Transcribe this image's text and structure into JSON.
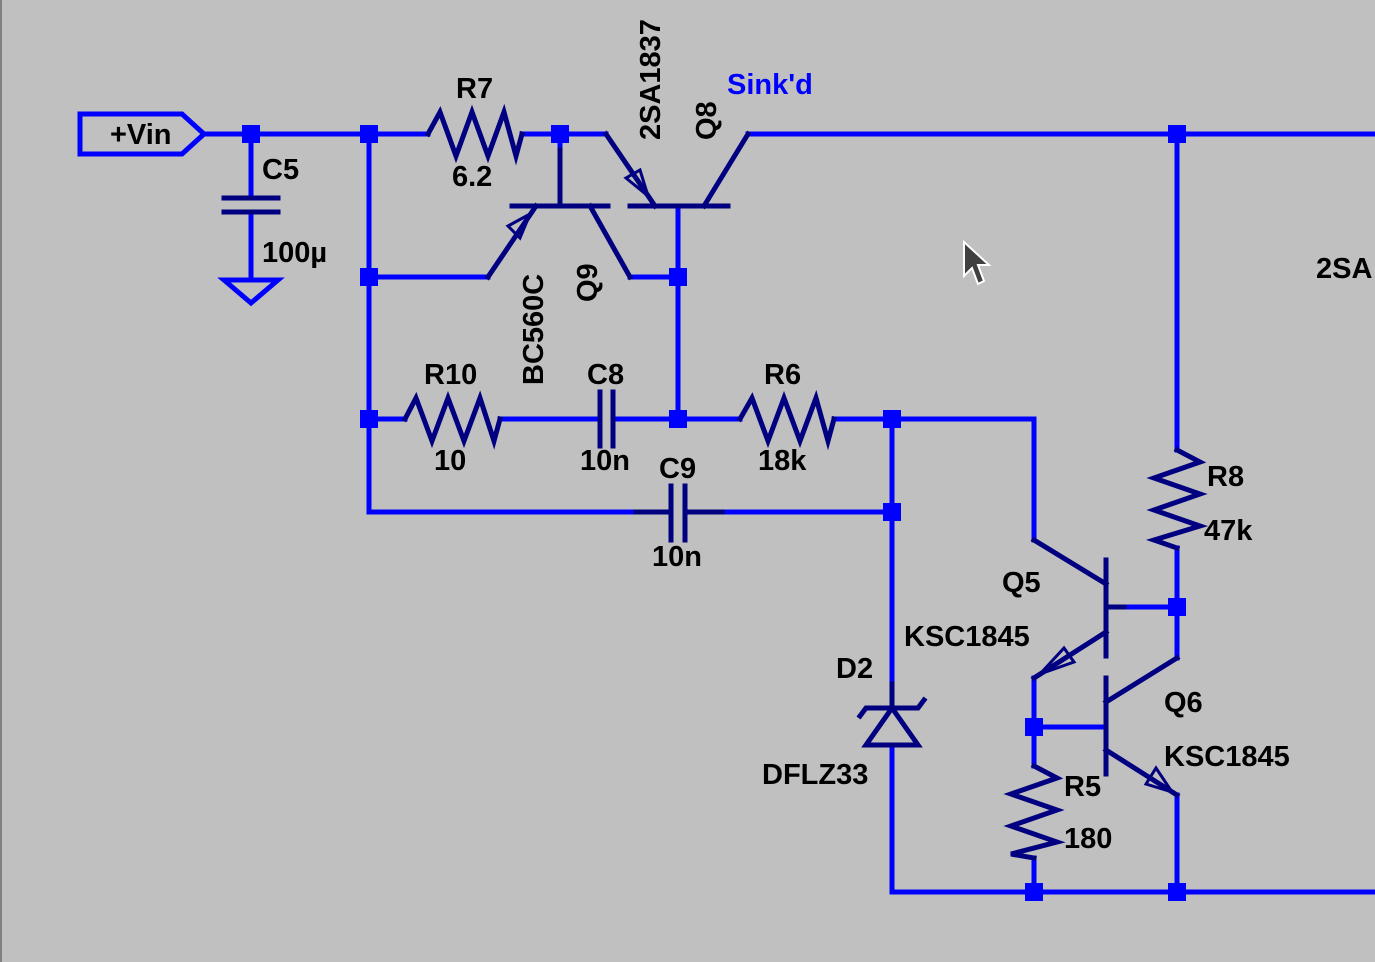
{
  "ports": {
    "vin": "+Vin"
  },
  "net_labels": {
    "sinkd": "Sink'd"
  },
  "components": {
    "C5": {
      "ref": "C5",
      "value": "100µ"
    },
    "R7": {
      "ref": "R7",
      "value": "6.2"
    },
    "Q8": {
      "ref": "Q8",
      "value": "2SA1837"
    },
    "Q9": {
      "ref": "Q9",
      "value": "BC560C"
    },
    "R10": {
      "ref": "R10",
      "value": "10"
    },
    "C8": {
      "ref": "C8",
      "value": "10n"
    },
    "R6": {
      "ref": "R6",
      "value": "18k"
    },
    "C9": {
      "ref": "C9",
      "value": "10n"
    },
    "R8": {
      "ref": "R8",
      "value": "47k"
    },
    "Q5": {
      "ref": "Q5",
      "value": "KSC1845"
    },
    "Q6": {
      "ref": "Q6",
      "value": "KSC1845"
    },
    "D2": {
      "ref": "D2",
      "value": "DFLZ33"
    },
    "R5": {
      "ref": "R5",
      "value": "180"
    }
  },
  "clipped_label": "2SA",
  "cursor": {
    "icon": "mouse-pointer-icon"
  },
  "colors": {
    "background": "#c0c0c0",
    "wire": "#0000ff",
    "symbol": "#000080",
    "text": "#000000"
  }
}
